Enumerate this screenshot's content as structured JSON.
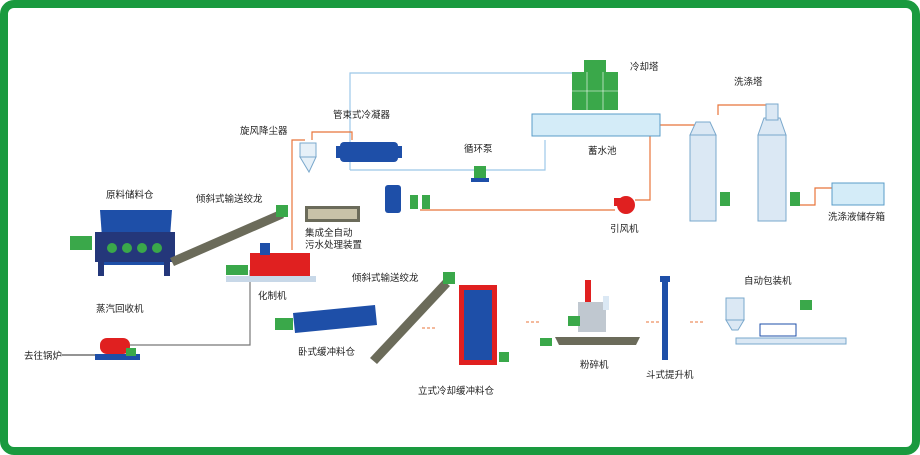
{
  "labels": {
    "raw_bin": "原料储料仓",
    "incline_conveyor_1": "倾斜式输送绞龙",
    "cyclone": "旋风降尘器",
    "condenser": "管束式冷凝器",
    "circ_pump": "循环泵",
    "cooling_tower": "冷却塔",
    "water_pool": "蓄水池",
    "wash_tower": "洗涤塔",
    "integrated": "集成全自动",
    "sewage": "污水处理装置",
    "induced_fan": "引风机",
    "wash_tank": "洗涤液储存箱",
    "steam_recovery": "蒸汽回收机",
    "to_boiler": "去往锅炉",
    "chem_machine": "化制机",
    "horizontal_bin": "卧式缓冲料仓",
    "incline_conveyor_2": "倾斜式输送绞龙",
    "vertical_bin": "立式冷却缓冲料仓",
    "crusher": "粉碎机",
    "bucket_elevator": "斗式提升机",
    "auto_packer": "自动包装机"
  },
  "colors": {
    "frame": "#1a9a3f",
    "equipment_blue": "#1e4fa8",
    "tower_green": "#3aa84a",
    "pipe_orange": "#e8743b",
    "pipe_blue": "#9cc8e8",
    "chem_red": "#e02020",
    "conveyor_gray": "#6b6b5a"
  }
}
